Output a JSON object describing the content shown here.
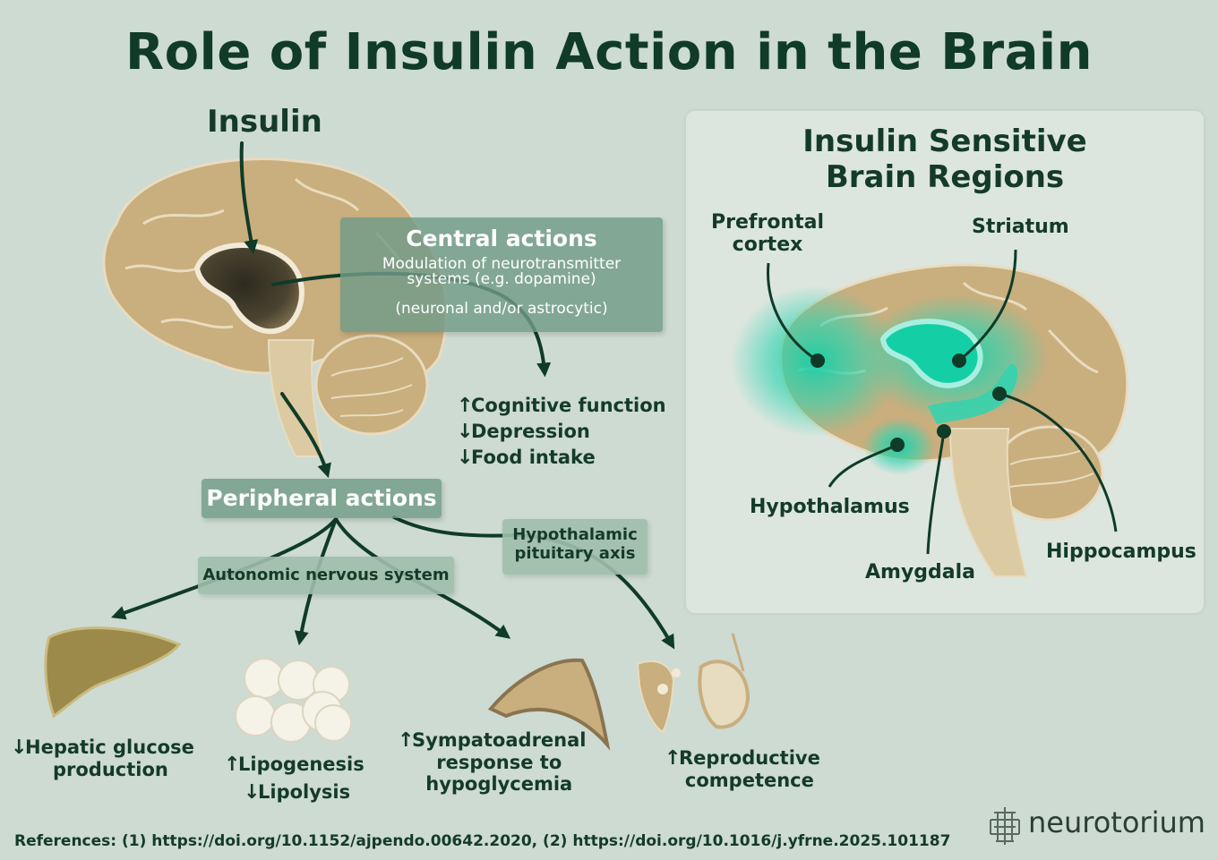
{
  "title": "Role of Insulin Action in the Brain",
  "insulin_label": "Insulin",
  "central": {
    "heading": "Central actions",
    "line1": "Modulation of neurotransmitter",
    "line2": "systems (e.g. dopamine)",
    "line3": "(neuronal and/or astrocytic)"
  },
  "central_effects": [
    {
      "direction": "up",
      "label": "Cognitive function"
    },
    {
      "direction": "down",
      "label": "Depression"
    },
    {
      "direction": "down",
      "label": "Food intake"
    }
  ],
  "peripheral_heading": "Peripheral actions",
  "autonomic_label": "Autonomic nervous system",
  "hpa": {
    "line1": "Hypothalamic",
    "line2": "pituitary axis"
  },
  "outcomes": {
    "hepatic": {
      "line1": "Hepatic glucose",
      "line2": "production",
      "direction": "down"
    },
    "lipo": {
      "line1": "Lipogenesis",
      "line1_direction": "up",
      "line2": "Lipolysis",
      "line2_direction": "down"
    },
    "sympato": {
      "line1": "Sympatoadrenal",
      "line2": "response to",
      "line3": "hypoglycemia",
      "direction": "up"
    },
    "repro": {
      "line1": "Reproductive",
      "line2": "competence",
      "direction": "up"
    }
  },
  "inset": {
    "title_line1": "Insulin Sensitive",
    "title_line2": "Brain Regions",
    "regions": {
      "prefrontal_1": "Prefrontal",
      "prefrontal_2": "cortex",
      "striatum": "Striatum",
      "hypothalamus": "Hypothalamus",
      "amygdala": "Amygdala",
      "hippocampus": "Hippocampus"
    }
  },
  "references": "References: (1) https://doi.org/10.1152/ajpendo.00642.2020, (2) https://doi.org/10.1016/j.yfrne.2025.101187",
  "brand": "neurotorium",
  "colors": {
    "background": "#cddbd2",
    "text": "#143a2a",
    "brain": "#c9ae7e",
    "highlight": "#2fd4b0",
    "box": "#729b87"
  }
}
